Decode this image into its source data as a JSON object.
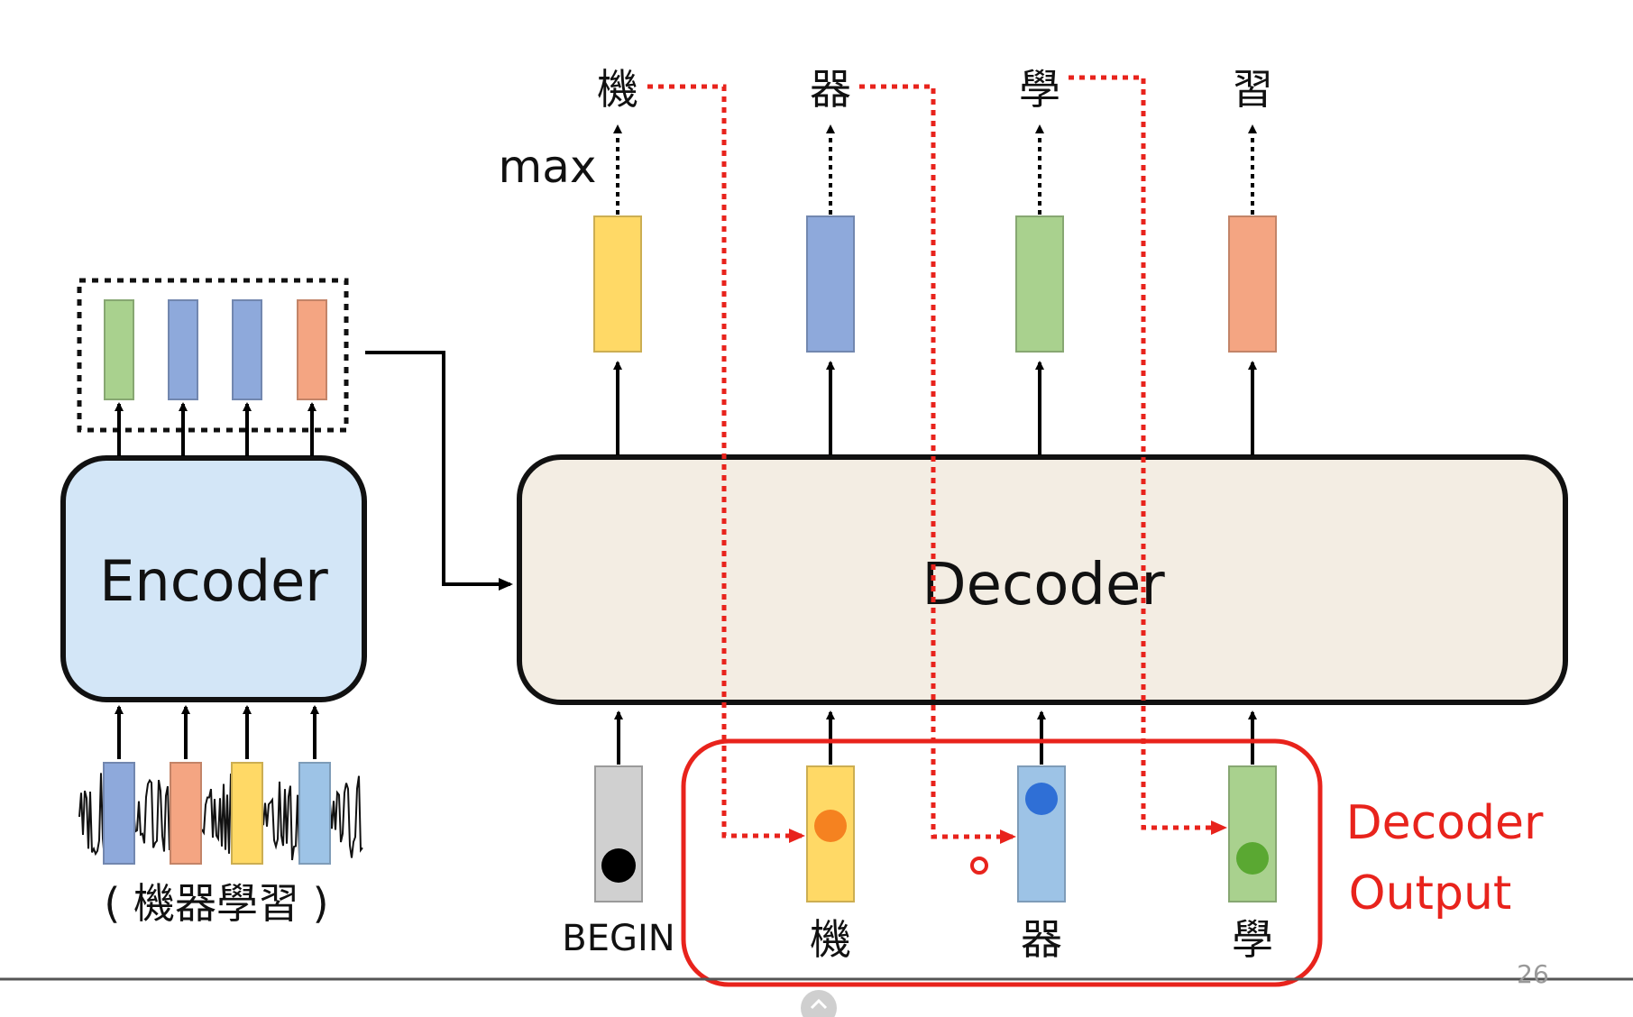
{
  "encoder": {
    "label": "Encoder",
    "input_label": "( 機器學習 )",
    "input_colors": [
      "#8ea9db",
      "#f4a582",
      "#ffd966",
      "#9dc3e6"
    ],
    "output_colors": [
      "#a9d18e",
      "#8ea9db",
      "#8ea9db",
      "#f4a582"
    ]
  },
  "decoder": {
    "label": "Decoder",
    "max_label": "max",
    "begin_label": "BEGIN",
    "output_tokens": [
      "機",
      "器",
      "學",
      "習"
    ],
    "output_colors": [
      "#ffd966",
      "#8ea9db",
      "#a9d18e",
      "#f4a582"
    ],
    "input_tokens": [
      "機",
      "器",
      "學"
    ],
    "input_colors": [
      "#ffd966",
      "#9dc3e6",
      "#a9d18e"
    ],
    "input_dot_colors": [
      "#f58220",
      "#2f6fd6",
      "#5aa832"
    ],
    "begin_bar_color": "#d0d0d0",
    "begin_dot_color": "#000000"
  },
  "highlight": {
    "label_line1": "Decoder",
    "label_line2": "Output",
    "color": "#e8231c"
  },
  "colors": {
    "encoder_fill": "#d3e6f7",
    "decoder_fill": "#f3ede3"
  },
  "slide_number": "26"
}
